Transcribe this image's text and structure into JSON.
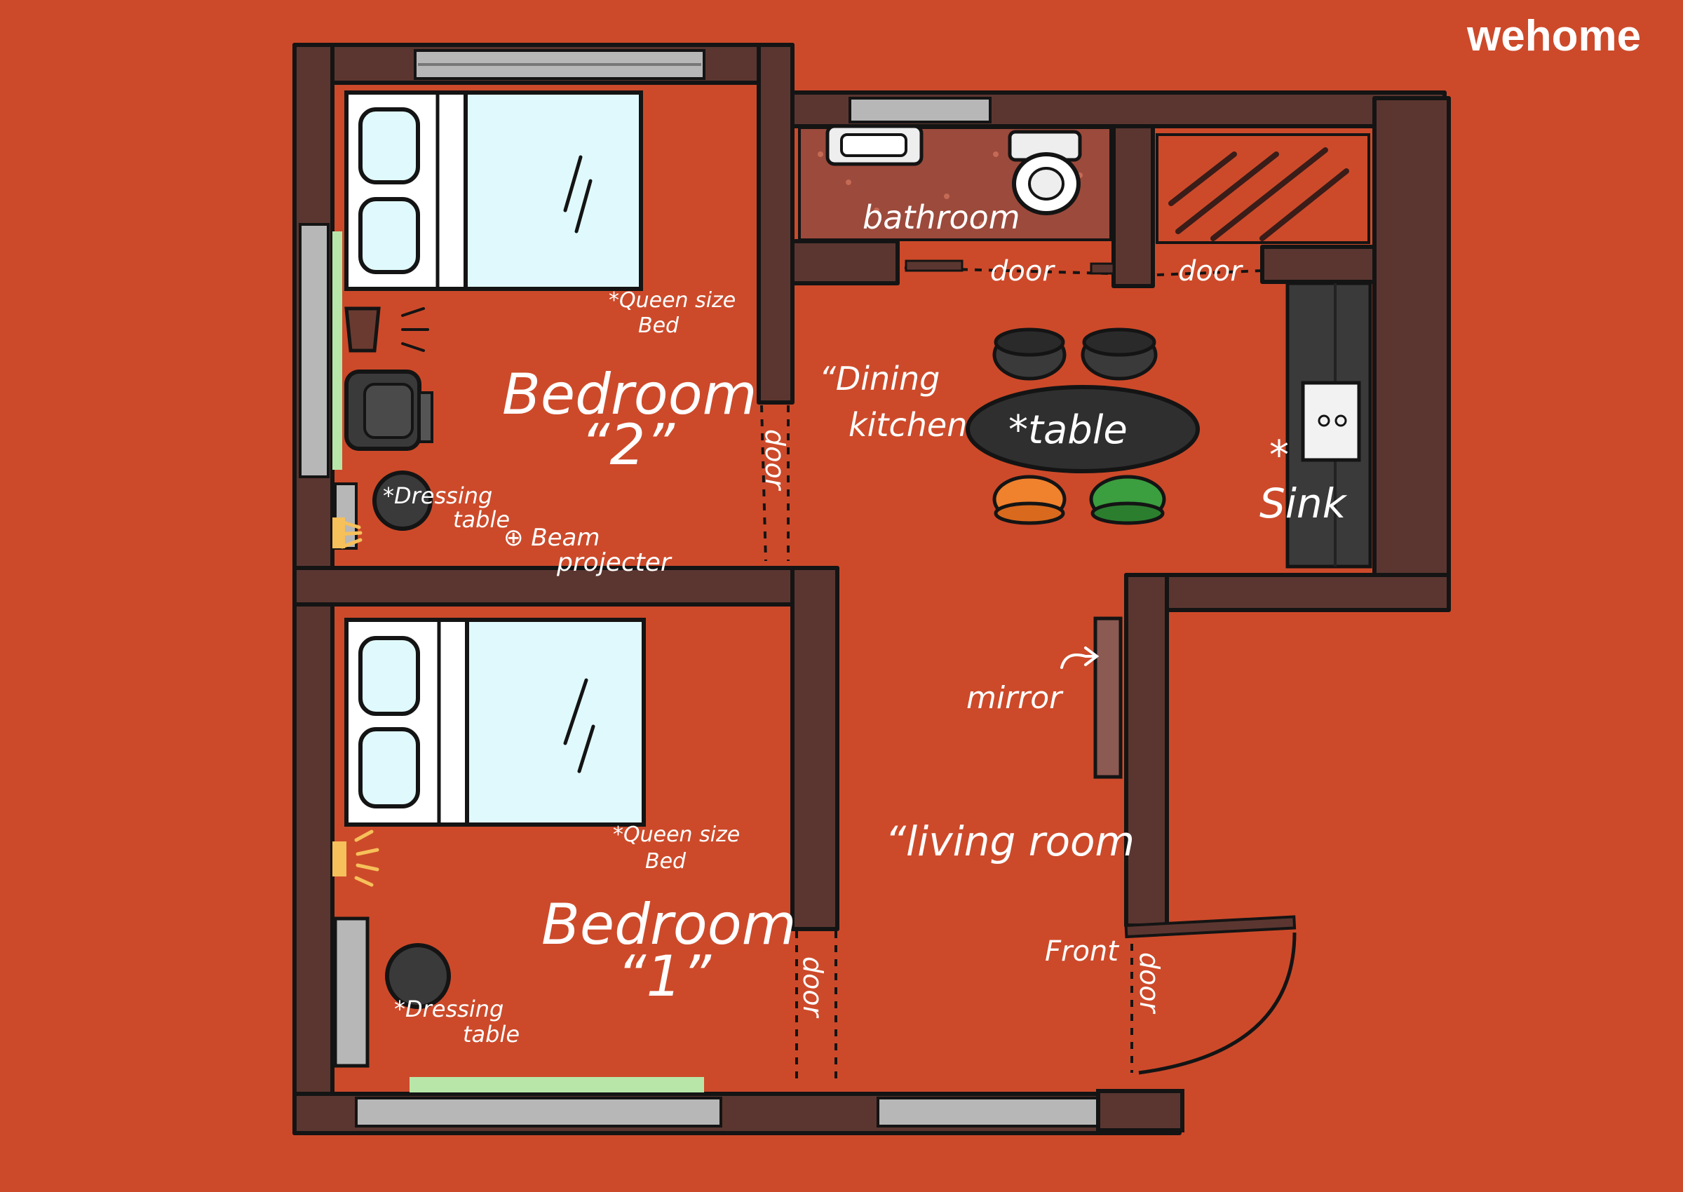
{
  "brand": {
    "logo_text": "wehome"
  },
  "colors": {
    "background": "#cc4a2a",
    "wall": "#5b3630",
    "bed_sheet": "#e0f9fc",
    "stool_orange": "#f0812d",
    "stool_green": "#3b9e3f",
    "table": "#2f2f2f",
    "bathroom_floor": "#9c4a3c"
  },
  "labels": {
    "bedroom2_title": "Bedroom",
    "bedroom2_number": "“2”",
    "bedroom1_title": "Bedroom",
    "bedroom1_number": "“1”",
    "queen_bed_line1": "*Queen size",
    "queen_bed_line2": "Bed",
    "queen_bed2_line1": "*Queen size",
    "queen_bed2_line2": "Bed",
    "dressing_table_b2_line1": "*Dressing",
    "dressing_table_b2_line2": "table",
    "beam_projector_line1": "⊕ Beam",
    "beam_projector_line2": "projecter",
    "dressing_table_b1_line1": "*Dressing",
    "dressing_table_b1_line2": "table",
    "bathroom": "bathroom",
    "door_bathroom": "door",
    "door_closet": "door",
    "door_bedroom2": "door",
    "door_bedroom1": "door",
    "door_front": "door",
    "dining_line1": "“Dining",
    "dining_line2": "kitchen",
    "table": "*table",
    "sink_star": "*",
    "sink": "Sink",
    "mirror": "mirror",
    "living_room": "“living room",
    "front": "Front"
  }
}
